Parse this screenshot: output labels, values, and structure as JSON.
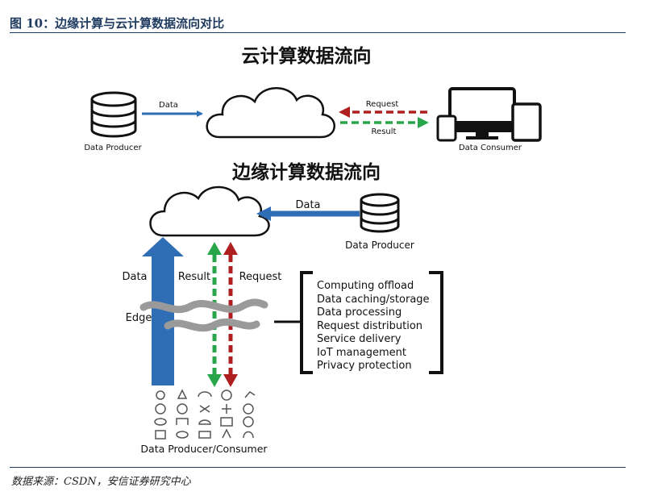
{
  "header": {
    "figure_title": "图 10：边缘计算与云计算数据流向对比"
  },
  "footer": {
    "source": "数据来源：CSDN，安信证券研究中心"
  },
  "cloud_section": {
    "title": "云计算数据流向",
    "producer_label": "Data Producer",
    "data_label": "Data",
    "request_label": "Request",
    "result_label": "Result",
    "consumer_label": "Data Consumer"
  },
  "edge_section": {
    "title": "边缘计算数据流向",
    "data_top_label": "Data",
    "producer_label": "Data Producer",
    "data_left_label": "Data",
    "result_label": "Result",
    "request_label": "Request",
    "edge_label": "Edge",
    "capabilities": [
      "Computing offload",
      "Data caching/storage",
      "Data processing",
      "Request distribution",
      "Service delivery",
      "IoT management",
      "Privacy protection"
    ],
    "bottom_label": "Data Producer/Consumer"
  },
  "colors": {
    "blue": "#2f6db5",
    "red": "#b01f1f",
    "green": "#2aa64a",
    "navy": "#1f3a5f"
  }
}
